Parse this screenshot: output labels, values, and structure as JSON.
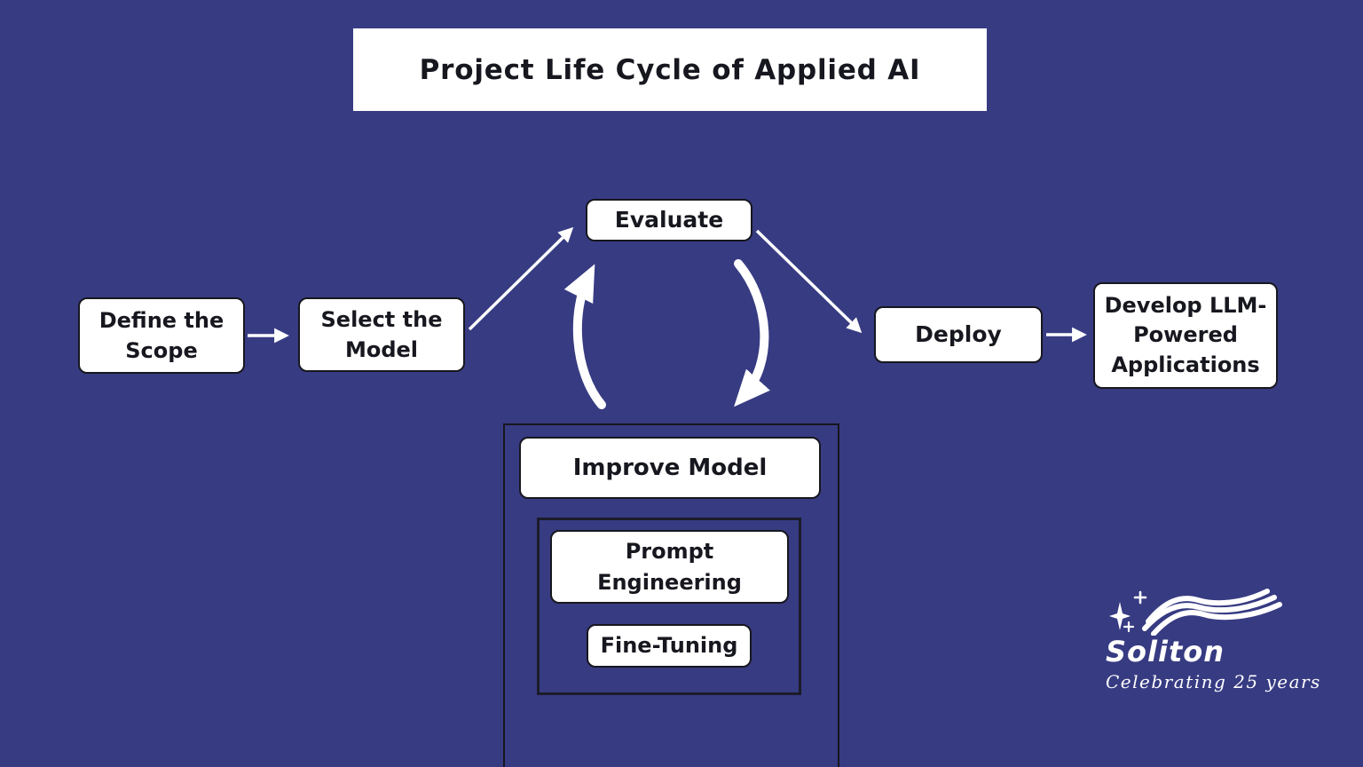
{
  "title": "Project Life Cycle of Applied AI",
  "nodes": {
    "define_scope": "Define the Scope",
    "select_model": "Select the Model",
    "evaluate": "Evaluate",
    "deploy": "Deploy",
    "develop_llm": "Develop LLM-Powered Applications",
    "improve_model": "Improve Model",
    "prompt_engineering": "Prompt Engineering",
    "fine_tuning": "Fine-Tuning"
  },
  "edges": [
    {
      "from": "define_scope",
      "to": "select_model",
      "style": "straight-arrow"
    },
    {
      "from": "select_model",
      "to": "evaluate",
      "style": "straight-arrow"
    },
    {
      "from": "evaluate",
      "to": "deploy",
      "style": "straight-arrow"
    },
    {
      "from": "deploy",
      "to": "develop_llm",
      "style": "straight-arrow"
    },
    {
      "from": "improve_model",
      "to": "evaluate",
      "style": "curved-arrow"
    },
    {
      "from": "evaluate",
      "to": "improve_model",
      "style": "curved-arrow"
    }
  ],
  "logo": {
    "brand": "Soliton",
    "tagline": "Celebrating 25 years",
    "icon": "wave-logo-with-sparkles"
  },
  "colors": {
    "background": "#373B82",
    "node_fill": "#FFFFFF",
    "node_border": "#17171F",
    "node_text": "#17171F",
    "arrow": "#FFFFFF",
    "logo_text": "#FFFFFF"
  }
}
